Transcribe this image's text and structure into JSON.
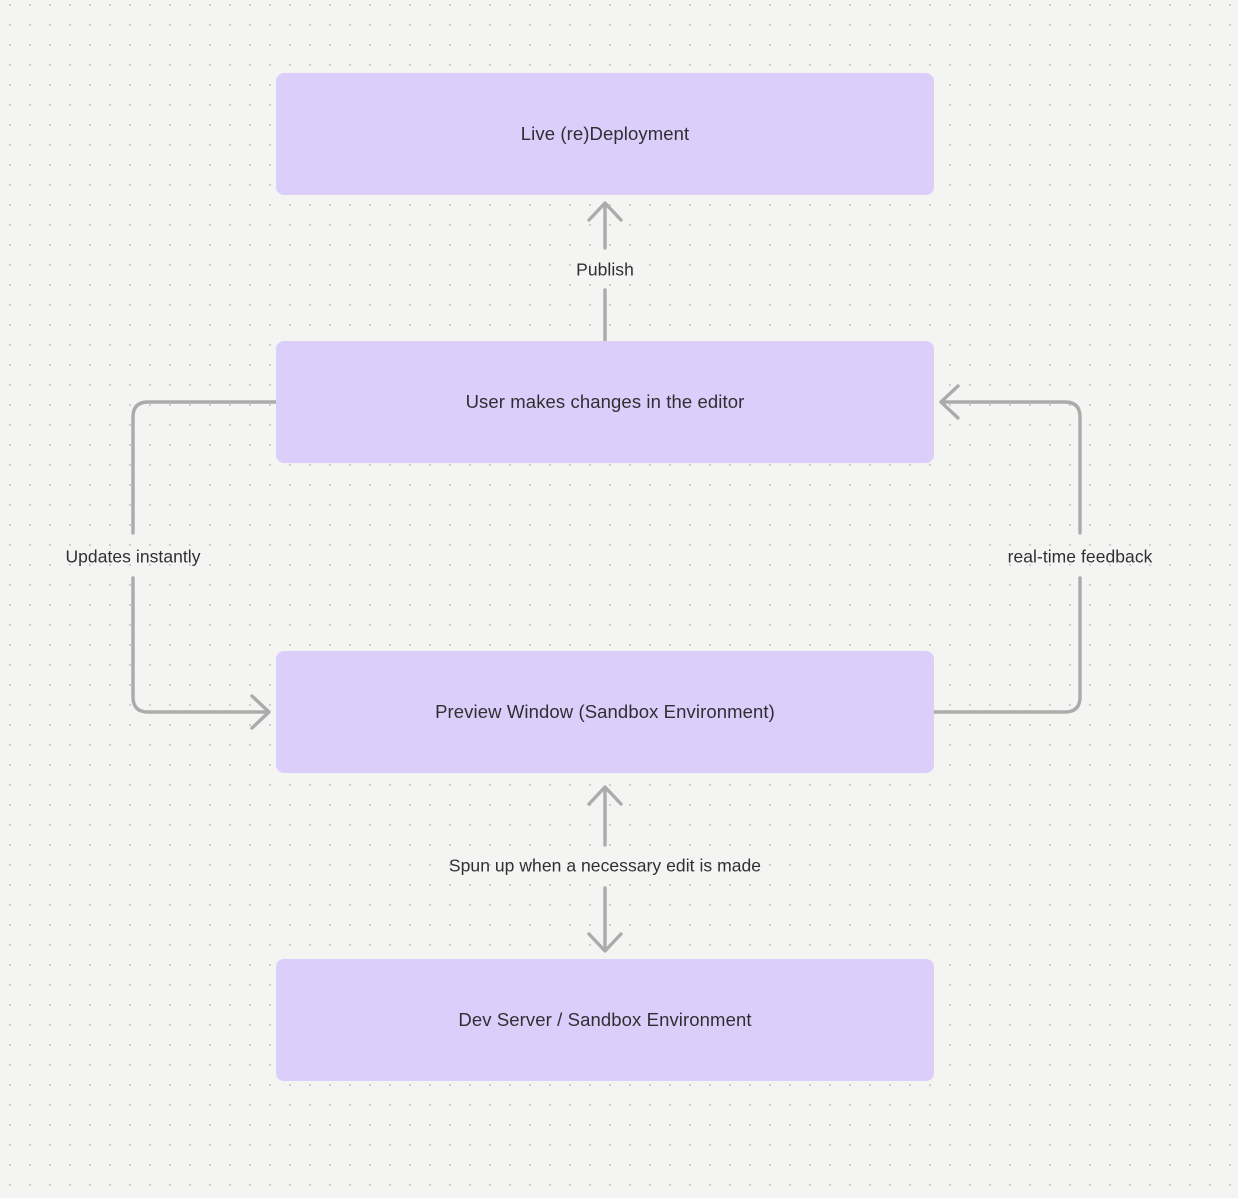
{
  "diagram": {
    "title": "Live preview / deploy loop flowchart",
    "background_color": "#f4f4f3",
    "node_fill": "#dccefa",
    "node_text_color": "#2f2f33",
    "edge_color": "#ababab",
    "nodes": [
      {
        "id": "live-deployment",
        "label": "Live (re)Deployment"
      },
      {
        "id": "user-edits",
        "label": "User makes changes in the editor"
      },
      {
        "id": "preview-window",
        "label": "Preview Window (Sandbox Environment)"
      },
      {
        "id": "dev-server",
        "label": "Dev Server / Sandbox Environment"
      }
    ],
    "edges": [
      {
        "id": "publish",
        "label": "Publish",
        "from": "user-edits",
        "to": "live-deployment",
        "direction": "up"
      },
      {
        "id": "updates-instantly",
        "label": "Updates instantly",
        "from": "user-edits",
        "to": "preview-window",
        "direction": "left-loop"
      },
      {
        "id": "real-time-feedback",
        "label": "real-time feedback",
        "from": "preview-window",
        "to": "user-edits",
        "direction": "right-loop"
      },
      {
        "id": "spun-up",
        "label": "Spun up when a necessary edit is made",
        "from": "preview-window",
        "to": "dev-server",
        "direction": "bidirectional"
      }
    ]
  }
}
